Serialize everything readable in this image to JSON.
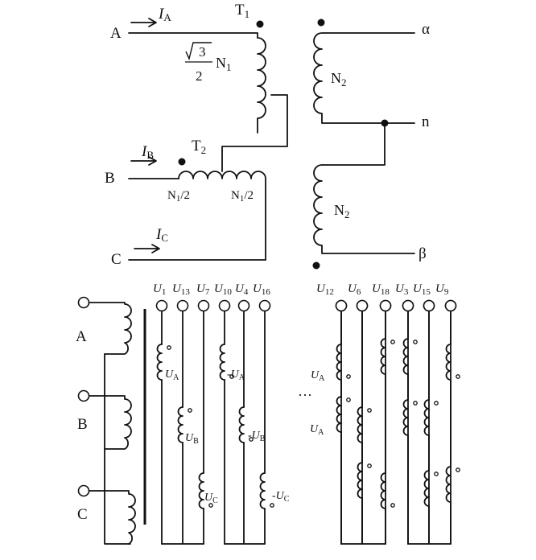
{
  "top": {
    "phases": {
      "a": "A",
      "b": "B",
      "c": "C"
    },
    "currents": {
      "ia": {
        "main": "I",
        "sub": "A"
      },
      "ib": {
        "main": "I",
        "sub": "B"
      },
      "ic": {
        "main": "I",
        "sub": "C"
      }
    },
    "transformers": {
      "t1": {
        "main": "T",
        "sub": "1"
      },
      "t2": {
        "main": "T",
        "sub": "2"
      }
    },
    "sqrt3": {
      "numerator": "3",
      "denominator": "2",
      "winding": "N",
      "winding_sub": "1"
    },
    "n1_half_left": {
      "main": "N",
      "sub": "1",
      "suffix": "/2"
    },
    "n1_half_right": {
      "main": "N",
      "sub": "1",
      "suffix": "/2"
    },
    "n2_upper": {
      "main": "N",
      "sub": "2"
    },
    "n2_lower": {
      "main": "N",
      "sub": "2"
    },
    "outputs": {
      "alpha": "α",
      "n": "n",
      "beta": "β"
    }
  },
  "bottom": {
    "phases": {
      "a": "A",
      "b": "B",
      "c": "C"
    },
    "headers_group1": [
      {
        "main": "U",
        "sub": "1"
      },
      {
        "main": "U",
        "sub": "13"
      },
      {
        "main": "U",
        "sub": "7"
      },
      {
        "main": "U",
        "sub": "10"
      },
      {
        "main": "U",
        "sub": "4"
      },
      {
        "main": "U",
        "sub": "16"
      }
    ],
    "headers_group2": [
      {
        "main": "U",
        "sub": "12"
      },
      {
        "main": "U",
        "sub": "6"
      },
      {
        "main": "U",
        "sub": "18"
      },
      {
        "main": "U",
        "sub": "3"
      },
      {
        "main": "U",
        "sub": "15"
      },
      {
        "main": "U",
        "sub": "9"
      }
    ],
    "coil_labels": {
      "ua": {
        "prefix": "",
        "main": "U",
        "sub": "A"
      },
      "ub": {
        "prefix": "",
        "main": "U",
        "sub": "B"
      },
      "uc": {
        "prefix": "",
        "main": "U",
        "sub": "C"
      },
      "neg_ua": {
        "prefix": "-",
        "main": "U",
        "sub": "A"
      },
      "neg_ub": {
        "prefix": "-",
        "main": "U",
        "sub": "B"
      },
      "neg_uc": {
        "prefix": "-",
        "main": "U",
        "sub": "C"
      },
      "g2_ua_1": {
        "prefix": "",
        "main": "U",
        "sub": "A"
      },
      "g2_ua_2": {
        "prefix": "",
        "main": "U",
        "sub": "A"
      }
    },
    "ellipsis": "···"
  }
}
